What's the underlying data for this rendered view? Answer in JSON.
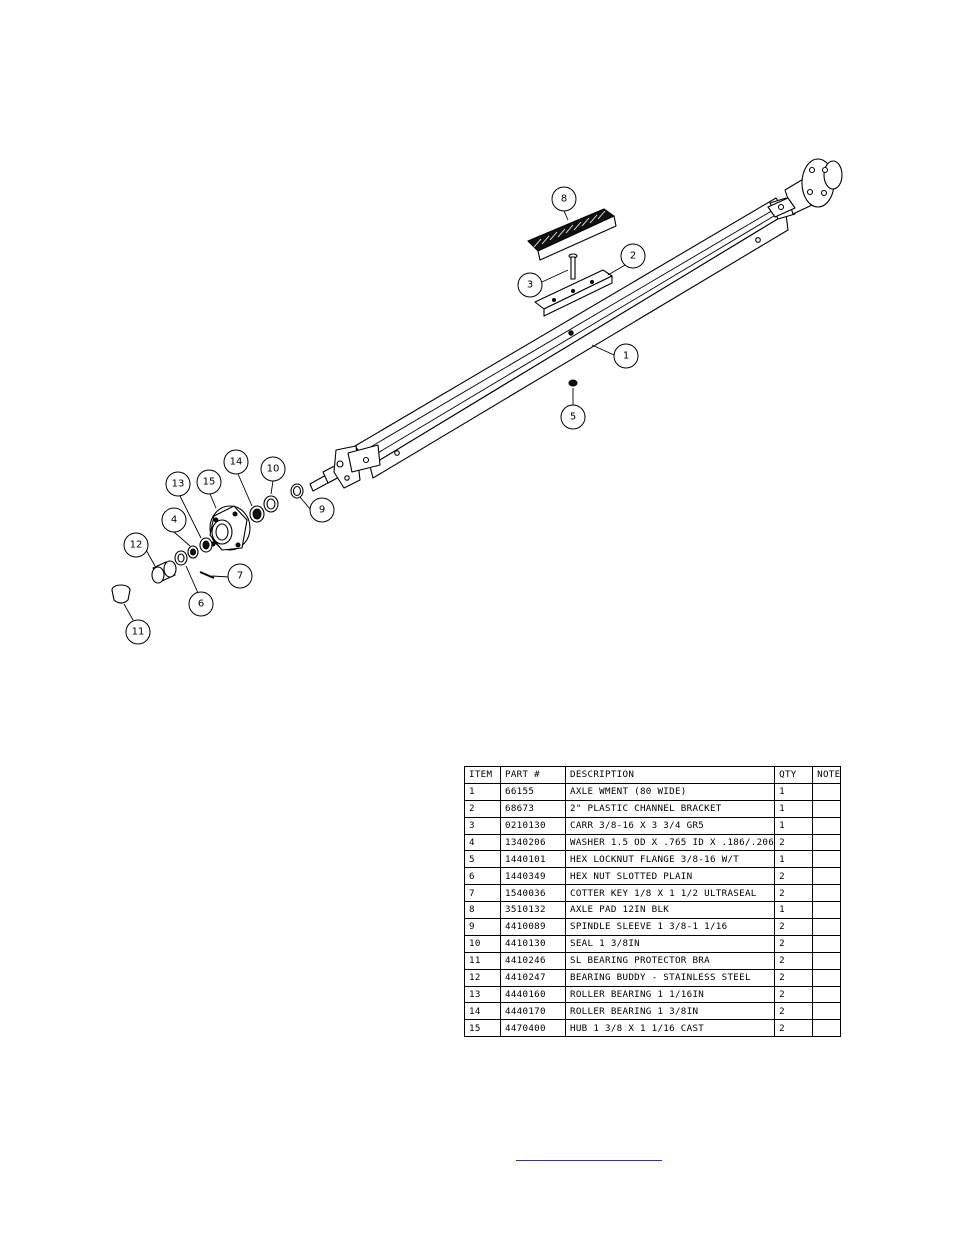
{
  "diagram": {
    "balloons": [
      {
        "id": "1",
        "label": "1"
      },
      {
        "id": "2",
        "label": "2"
      },
      {
        "id": "3",
        "label": "3"
      },
      {
        "id": "4",
        "label": "4"
      },
      {
        "id": "5",
        "label": "5"
      },
      {
        "id": "6",
        "label": "6"
      },
      {
        "id": "7",
        "label": "7"
      },
      {
        "id": "8",
        "label": "8"
      },
      {
        "id": "9",
        "label": "9"
      },
      {
        "id": "10",
        "label": "10"
      },
      {
        "id": "11",
        "label": "11"
      },
      {
        "id": "12",
        "label": "12"
      },
      {
        "id": "13",
        "label": "13"
      },
      {
        "id": "14",
        "label": "14"
      },
      {
        "id": "15",
        "label": "15"
      }
    ]
  },
  "bom": {
    "headers": {
      "item": "ITEM",
      "part": "PART #",
      "description": "DESCRIPTION",
      "qty": "QTY",
      "note": "NOTE"
    },
    "rows": [
      {
        "item": "1",
        "part": "66155",
        "description": "AXLE WMENT (80 WIDE)",
        "qty": "1",
        "note": ""
      },
      {
        "item": "2",
        "part": "68673",
        "description": "2\" PLASTIC CHANNEL BRACKET",
        "qty": "1",
        "note": ""
      },
      {
        "item": "3",
        "part": "0210130",
        "description": "CARR 3/8-16 X 3 3/4 GR5",
        "qty": "1",
        "note": ""
      },
      {
        "item": "4",
        "part": "1340206",
        "description": "WASHER 1.5 OD X .765 ID X .186/.206",
        "qty": "2",
        "note": ""
      },
      {
        "item": "5",
        "part": "1440101",
        "description": "HEX LOCKNUT FLANGE 3/8-16 W/T",
        "qty": "1",
        "note": ""
      },
      {
        "item": "6",
        "part": "1440349",
        "description": "HEX NUT SLOTTED PLAIN",
        "qty": "2",
        "note": ""
      },
      {
        "item": "7",
        "part": "1540036",
        "description": "COTTER KEY 1/8 X 1 1/2 ULTRASEAL",
        "qty": "2",
        "note": ""
      },
      {
        "item": "8",
        "part": "3510132",
        "description": "AXLE PAD 12IN  BLK",
        "qty": "1",
        "note": ""
      },
      {
        "item": "9",
        "part": "4410089",
        "description": "SPINDLE SLEEVE  1 3/8-1 1/16",
        "qty": "2",
        "note": ""
      },
      {
        "item": "10",
        "part": "4410130",
        "description": "SEAL  1 3/8IN",
        "qty": "2",
        "note": ""
      },
      {
        "item": "11",
        "part": "4410246",
        "description": "SL BEARING PROTECTOR BRA",
        "qty": "2",
        "note": ""
      },
      {
        "item": "12",
        "part": "4410247",
        "description": "BEARING BUDDY - STAINLESS STEEL",
        "qty": "2",
        "note": ""
      },
      {
        "item": "13",
        "part": "4440160",
        "description": "ROLLER BEARING   1 1/16IN",
        "qty": "2",
        "note": ""
      },
      {
        "item": "14",
        "part": "4440170",
        "description": "ROLLER BEARING   1 3/8IN",
        "qty": "2",
        "note": ""
      },
      {
        "item": "15",
        "part": "4470400",
        "description": "HUB   1 3/8 X 1 1/16 CAST",
        "qty": "2",
        "note": ""
      }
    ]
  },
  "colors": {
    "line": "#000000",
    "link": "#2a2ae0"
  }
}
